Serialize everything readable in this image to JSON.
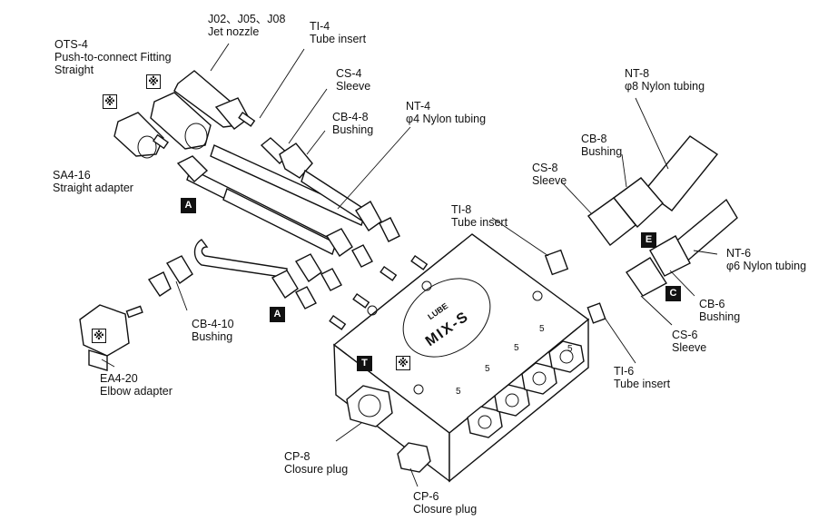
{
  "labels": {
    "jet_nozzle": {
      "code": "J02、J05、J08",
      "name": "Jet nozzle"
    },
    "ots4": {
      "code": "OTS-4",
      "name": "Push-to-connect Fitting",
      "name2": "Straight"
    },
    "ti4": {
      "code": "TI-4",
      "name": "Tube insert"
    },
    "cs4": {
      "code": "CS-4",
      "name": "Sleeve"
    },
    "cb48": {
      "code": "CB-4-8",
      "name": "Bushing"
    },
    "nt4": {
      "code": "NT-4",
      "name": "φ4 Nylon tubing"
    },
    "nt8": {
      "code": "NT-8",
      "name": "φ8 Nylon tubing"
    },
    "cb8": {
      "code": "CB-8",
      "name": "Bushing"
    },
    "cs8": {
      "code": "CS-8",
      "name": "Sleeve"
    },
    "ti8": {
      "code": "TI-8",
      "name": "Tube insert"
    },
    "sa416": {
      "code": "SA4-16",
      "name": "Straight adapter"
    },
    "nt6": {
      "code": "NT-6",
      "name": "φ6 Nylon tubing"
    },
    "cb6": {
      "code": "CB-6",
      "name": "Bushing"
    },
    "cs6": {
      "code": "CS-6",
      "name": "Sleeve"
    },
    "ti6": {
      "code": "TI-6",
      "name": "Tube insert"
    },
    "cb410": {
      "code": "CB-4-10",
      "name": "Bushing"
    },
    "ea420": {
      "code": "EA4-20",
      "name": "Elbow adapter"
    },
    "cp8": {
      "code": "CP-8",
      "name": "Closure plug"
    },
    "cp6": {
      "code": "CP-6",
      "name": "Closure plug"
    }
  },
  "markers": {
    "a": "A",
    "e": "E",
    "c": "C",
    "t": "T",
    "star": "※"
  },
  "block": {
    "logo_text": "LUBE",
    "model": "MIX-S",
    "port_numbers": [
      "5",
      "5",
      "5",
      "5",
      "5"
    ]
  }
}
